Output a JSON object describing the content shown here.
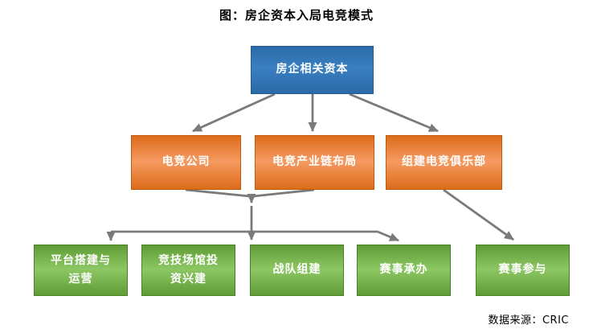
{
  "title": "图：房企资本入局电竞模式",
  "source": "数据来源：CRIC",
  "nodes": {
    "root": {
      "label": "房企相关资本"
    },
    "level2": [
      {
        "label": "电竞公司"
      },
      {
        "label": "电竞产业链布局"
      },
      {
        "label": "组建电竞俱乐部"
      }
    ],
    "level3": [
      {
        "label": "平台搭建与运营"
      },
      {
        "label": "竞技场馆投资兴建"
      },
      {
        "label": "战队组建"
      },
      {
        "label": "赛事承办"
      },
      {
        "label": "赛事参与"
      }
    ]
  },
  "edges": [
    {
      "from": "房企相关资本",
      "to": "电竞公司"
    },
    {
      "from": "房企相关资本",
      "to": "电竞产业链布局"
    },
    {
      "from": "房企相关资本",
      "to": "组建电竞俱乐部"
    },
    {
      "from": "电竞公司",
      "to": "merge-point"
    },
    {
      "from": "电竞产业链布局",
      "to": "merge-point"
    },
    {
      "from": "merge-point",
      "to": "平台搭建与运营"
    },
    {
      "from": "merge-point",
      "to": "竞技场馆投资兴建"
    },
    {
      "from": "merge-point",
      "to": "战队组建"
    },
    {
      "from": "merge-point",
      "to": "赛事承办"
    },
    {
      "from": "组建电竞俱乐部",
      "to": "赛事参与"
    }
  ],
  "colors": {
    "root_box": "#2E74B5",
    "level2_box": "#ED7D31",
    "level3_box": "#70AD47",
    "arrow": "#7F7F7F",
    "text": "#FFFFFF",
    "title_text": "#000000"
  }
}
